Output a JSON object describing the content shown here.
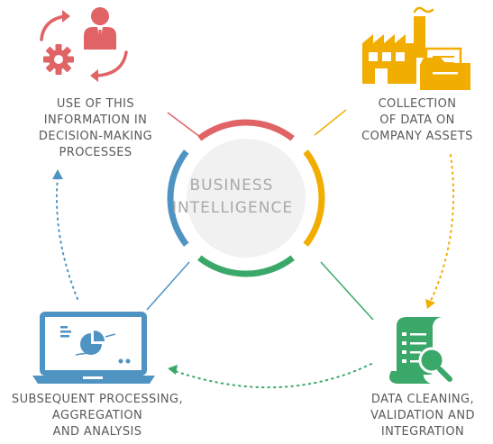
{
  "center": {
    "line1": "BUSINESS",
    "line2": "INTELLIGENCE"
  },
  "steps": [
    {
      "lines": [
        "USE OF THIS",
        "INFORMATION IN",
        "DECISION-MAKING",
        "PROCESSES"
      ],
      "color": "#e06366",
      "icon": "person-gear-cycle-icon"
    },
    {
      "lines": [
        "COLLECTION",
        "OF DATA ON",
        "COMPANY ASSETS"
      ],
      "color": "#f1ad00",
      "icon": "factory-folder-icon"
    },
    {
      "lines": [
        "DATA CLEANING,",
        "VALIDATION AND",
        "INTEGRATION"
      ],
      "color": "#3aa868",
      "icon": "document-magnifier-icon"
    },
    {
      "lines": [
        "SUBSEQUENT PROCESSING,",
        "AGGREGATION",
        "AND ANALYSIS"
      ],
      "color": "#4f93c3",
      "icon": "laptop-chart-icon"
    }
  ]
}
